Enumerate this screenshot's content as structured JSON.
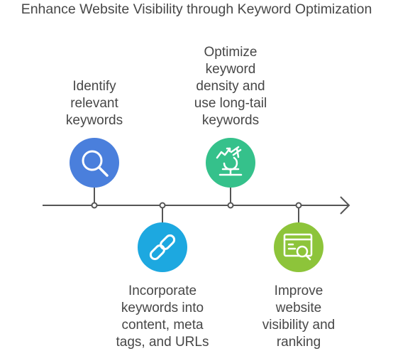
{
  "title": "Enhance Website Visibility through Keyword Optimization",
  "steps": [
    {
      "label_lines": [
        "Identify",
        "relevant",
        "keywords"
      ],
      "icon": "magnifier-icon",
      "color": "#4a7fdc",
      "position": "above"
    },
    {
      "label_lines": [
        "Incorporate",
        "keywords into",
        "content, meta",
        "tags, and URLs"
      ],
      "icon": "link-icon",
      "color": "#1da8e0",
      "position": "below"
    },
    {
      "label_lines": [
        "Optimize",
        "keyword",
        "density and",
        "use long-tail",
        "keywords"
      ],
      "icon": "microscope-chart-icon",
      "color": "#35c18b",
      "position": "above"
    },
    {
      "label_lines": [
        "Improve",
        "website",
        "visibility and",
        "ranking"
      ],
      "icon": "browser-search-icon",
      "color": "#8dc43a",
      "position": "below"
    }
  ]
}
